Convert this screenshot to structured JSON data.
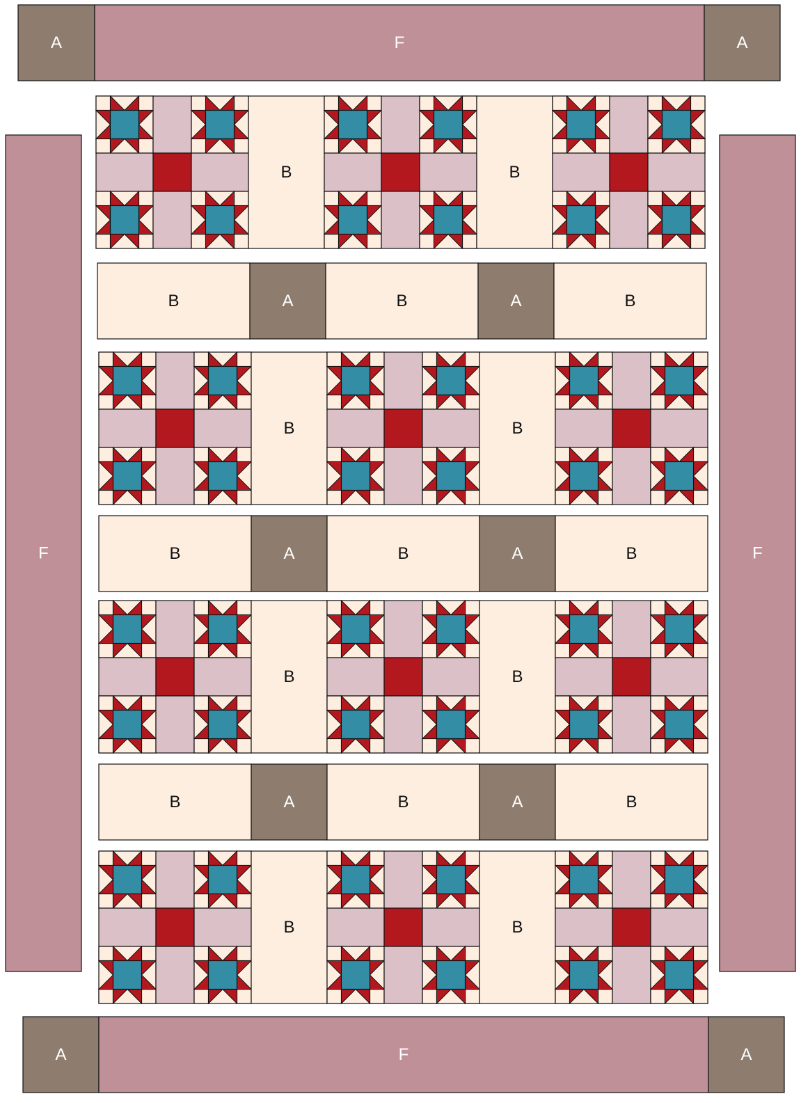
{
  "colors": {
    "F": "#c09098",
    "A": "#8e7d6e",
    "B": "#fdeee0",
    "sashing": "#dbc1c7",
    "center": "#b3181f",
    "star_point": "#b3181f",
    "star_center": "#338da5",
    "outline": "#111111"
  },
  "labels": {
    "F": "F",
    "A": "A",
    "B": "B"
  },
  "layout": {
    "block_rows": 4,
    "blocks_per_row": 3,
    "b_spacers_per_block_row": 2,
    "sashing_rows": 3,
    "sashing_row_pattern": [
      "B",
      "A",
      "B",
      "A",
      "B"
    ]
  }
}
